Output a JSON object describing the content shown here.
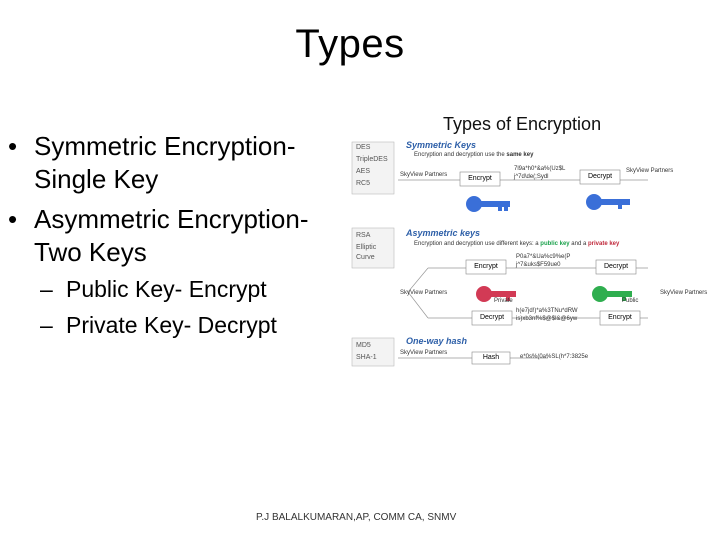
{
  "slide": {
    "title": "Types",
    "bullets": [
      {
        "text": "Symmetric Encryption-",
        "cont": "Single Key"
      },
      {
        "text": "Asymmetric Encryption-",
        "cont": "Two Keys"
      }
    ],
    "sub_bullets": [
      "Public Key- Encrypt",
      "Private Key- Decrypt"
    ],
    "footer": "P.J BALALKUMARAN,AP, COMM CA, SNMV"
  },
  "diagram": {
    "title": "Types of Encryption",
    "symmetric": {
      "heading": "Symmetric Keys",
      "desc_pre": "Encryption and decryption use the ",
      "desc_hl": "same key",
      "algos": [
        "DES",
        "TripleDES",
        "AES",
        "RC5"
      ],
      "sender": "SkyView Partners",
      "receiver": "SkyView Partners",
      "encrypt": "Encrypt",
      "decrypt": "Decrypt",
      "cipher": "7l9a*h0*&a%(Uz$L",
      "cipher2": "j^7d\\de(;Sydl"
    },
    "asymmetric": {
      "heading": "Asymmetric keys",
      "desc_pre": "Encryption and decryption use different keys: a ",
      "desc_pub": "public key",
      "desc_mid": " and a ",
      "desc_priv": "private key",
      "algos": [
        "RSA",
        "Elliptic",
        "Curve"
      ],
      "encrypt": "Encrypt",
      "decrypt": "Decrypt",
      "encrypt2": "Encrypt",
      "decrypt2": "Decrypt",
      "cipher": "P0a7*&Ua%c9%e(P",
      "cipher2": "j^7&uks$F59ue0",
      "cipher3": "h(e7jd!)*a%3TNu*dRW",
      "cipher4": "is)xb3nf%$@$l&@6yw",
      "private_label": "Private",
      "public_label": "Public",
      "sender": "SkyView Partners",
      "receiver": "SkyView Partners"
    },
    "oneway": {
      "heading": "One-way hash",
      "algos": [
        "MD5",
        "SHA-1"
      ],
      "sender": "SkyView Partners",
      "hash": "Hash",
      "digest": "e*0s%(0a%SL(h*7:3825e"
    },
    "colors": {
      "sym_key": "#3a6fd8",
      "pub_key": "#2fae4f",
      "priv_key": "#d23a55",
      "heading": "#2d5fa8"
    }
  }
}
